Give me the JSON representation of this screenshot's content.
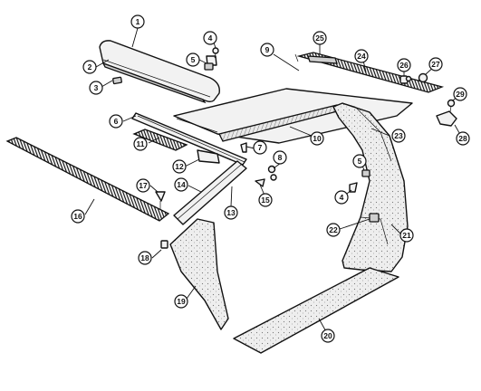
{
  "diagram": {
    "callouts": [
      {
        "label": "1"
      },
      {
        "label": "2"
      },
      {
        "label": "3"
      },
      {
        "label": "4"
      },
      {
        "label": "5"
      },
      {
        "label": "6"
      },
      {
        "label": "7"
      },
      {
        "label": "8"
      },
      {
        "label": "9"
      },
      {
        "label": "10"
      },
      {
        "label": "11"
      },
      {
        "label": "12"
      },
      {
        "label": "13"
      },
      {
        "label": "14"
      },
      {
        "label": "15"
      },
      {
        "label": "16"
      },
      {
        "label": "17"
      },
      {
        "label": "18"
      },
      {
        "label": "19"
      },
      {
        "label": "20"
      },
      {
        "label": "21"
      },
      {
        "label": "22"
      },
      {
        "label": "23"
      },
      {
        "label": "24"
      },
      {
        "label": "25"
      },
      {
        "label": "26"
      },
      {
        "label": "27"
      },
      {
        "label": "28"
      },
      {
        "label": "29"
      },
      {
        "label": "4"
      },
      {
        "label": "5"
      }
    ]
  }
}
